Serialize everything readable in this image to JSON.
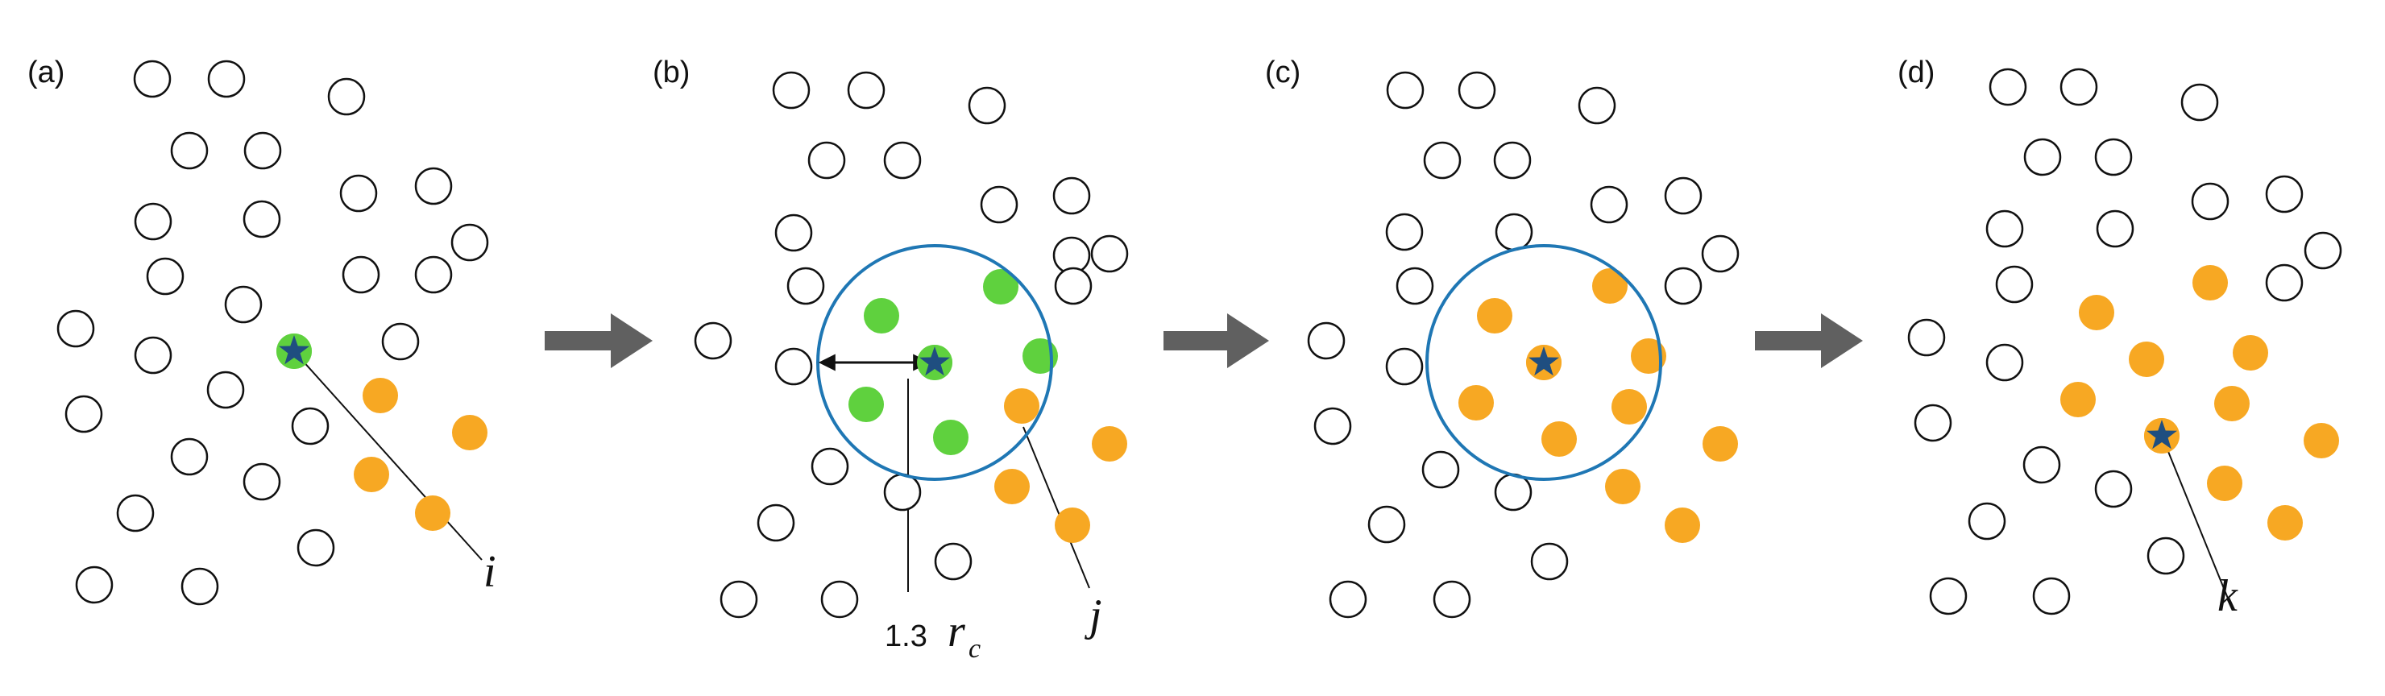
{
  "panels": [
    {
      "label": "(a)",
      "pointer_label": "i",
      "origin": [
        0,
        0
      ],
      "open": [
        [
          189,
          98
        ],
        [
          281,
          98
        ],
        [
          430,
          120
        ],
        [
          235,
          187
        ],
        [
          326,
          187
        ],
        [
          445,
          240
        ],
        [
          538,
          231
        ],
        [
          190,
          275
        ],
        [
          325,
          272
        ],
        [
          583,
          301
        ],
        [
          205,
          343
        ],
        [
          302,
          378
        ],
        [
          448,
          341
        ],
        [
          538,
          341
        ],
        [
          94,
          408
        ],
        [
          190,
          441
        ],
        [
          497,
          424
        ],
        [
          280,
          484
        ],
        [
          104,
          514
        ],
        [
          385,
          529
        ],
        [
          235,
          567
        ],
        [
          325,
          598
        ],
        [
          168,
          637
        ],
        [
          392,
          680
        ],
        [
          117,
          726
        ],
        [
          248,
          728
        ]
      ],
      "orange": [
        [
          472,
          491
        ],
        [
          583,
          537
        ],
        [
          461,
          589
        ],
        [
          537,
          637
        ]
      ],
      "green": [
        [
          365,
          436
        ]
      ],
      "star": [
        365,
        436
      ],
      "leader": [
        [
          365,
          436
        ],
        [
          598,
          695
        ]
      ]
    },
    {
      "label": "(b)",
      "pointer_label": "j",
      "coef": "1.3",
      "sub": "c",
      "origin": [
        0,
        0
      ],
      "open": [
        [
          982,
          112
        ],
        [
          1075,
          112
        ],
        [
          1225,
          131
        ],
        [
          1026,
          199
        ],
        [
          1120,
          199
        ],
        [
          1240,
          254
        ],
        [
          1330,
          243
        ],
        [
          985,
          289
        ],
        [
          1330,
          317
        ],
        [
          1377,
          315
        ],
        [
          1000,
          355
        ],
        [
          1332,
          355
        ],
        [
          885,
          423
        ],
        [
          985,
          455
        ],
        [
          1030,
          579
        ],
        [
          1120,
          611
        ],
        [
          963,
          649
        ],
        [
          917,
          744
        ],
        [
          1042,
          744
        ],
        [
          1183,
          697
        ]
      ],
      "orange": [
        [
          1268,
          504
        ],
        [
          1377,
          551
        ],
        [
          1256,
          604
        ],
        [
          1331,
          652
        ]
      ],
      "green": [
        [
          1242,
          356
        ],
        [
          1094,
          392
        ],
        [
          1291,
          442
        ],
        [
          1160,
          450
        ],
        [
          1075,
          502
        ],
        [
          1180,
          543
        ]
      ],
      "star": [
        1160,
        450
      ],
      "circle": [
        1160,
        450,
        145
      ],
      "arrow": [
        [
          1020,
          450
        ],
        [
          1150,
          450
        ]
      ],
      "leader_coef": [
        [
          1127,
          470
        ],
        [
          1127,
          735
        ]
      ],
      "leader_j": [
        [
          1270,
          530
        ],
        [
          1352,
          730
        ]
      ]
    },
    {
      "label": "(c)",
      "pointer_label": "",
      "origin": [
        0,
        0
      ],
      "open": [
        [
          1744,
          112
        ],
        [
          1833,
          112
        ],
        [
          1982,
          131
        ],
        [
          1790,
          199
        ],
        [
          1877,
          199
        ],
        [
          1997,
          254
        ],
        [
          2089,
          243
        ],
        [
          1743,
          288
        ],
        [
          1879,
          288
        ],
        [
          2135,
          315
        ],
        [
          1756,
          355
        ],
        [
          2089,
          355
        ],
        [
          1646,
          423
        ],
        [
          1743,
          455
        ],
        [
          1654,
          529
        ],
        [
          1788,
          583
        ],
        [
          1878,
          611
        ],
        [
          1721,
          651
        ],
        [
          1923,
          697
        ],
        [
          1673,
          744
        ],
        [
          1802,
          744
        ]
      ],
      "orange": [
        [
          1998,
          355
        ],
        [
          1855,
          392
        ],
        [
          2046,
          442
        ],
        [
          1916,
          450
        ],
        [
          1832,
          500
        ],
        [
          2022,
          505
        ],
        [
          1935,
          545
        ],
        [
          2014,
          604
        ],
        [
          2135,
          551
        ],
        [
          2088,
          652
        ]
      ],
      "green": [],
      "star": [
        1916,
        450
      ],
      "circle": [
        1916,
        450,
        145
      ]
    },
    {
      "label": "(d)",
      "pointer_label": "k",
      "origin": [
        0,
        0
      ],
      "open": [
        [
          2492,
          108
        ],
        [
          2580,
          108
        ],
        [
          2730,
          127
        ],
        [
          2535,
          195
        ],
        [
          2623,
          195
        ],
        [
          2743,
          250
        ],
        [
          2835,
          241
        ],
        [
          2488,
          284
        ],
        [
          2625,
          284
        ],
        [
          2883,
          311
        ],
        [
          2500,
          353
        ],
        [
          2835,
          351
        ],
        [
          2391,
          419
        ],
        [
          2488,
          450
        ],
        [
          2399,
          525
        ],
        [
          2534,
          577
        ],
        [
          2623,
          607
        ],
        [
          2466,
          647
        ],
        [
          2688,
          690
        ],
        [
          2418,
          740
        ],
        [
          2546,
          740
        ]
      ],
      "orange": [
        [
          2743,
          351
        ],
        [
          2602,
          388
        ],
        [
          2793,
          438
        ],
        [
          2664,
          446
        ],
        [
          2579,
          496
        ],
        [
          2770,
          501
        ],
        [
          2683,
          541
        ],
        [
          2761,
          600
        ],
        [
          2881,
          547
        ],
        [
          2836,
          649
        ]
      ],
      "green": [],
      "star": [
        2683,
        541
      ],
      "leader": [
        [
          2683,
          541
        ],
        [
          2770,
          755
        ]
      ]
    }
  ],
  "flow_arrows": [
    [
      676,
      423,
      810
    ],
    [
      1444,
      423,
      1575
    ],
    [
      2178,
      423,
      2312
    ]
  ],
  "colors": {
    "open_fill": "#ffffff",
    "open_stroke": "#111111",
    "orange": "#f7a823",
    "green": "#5fd13e",
    "star": "#1f4e80",
    "circle": "#1f77b4",
    "flow_arrow": "#606060",
    "text": "#111111"
  }
}
